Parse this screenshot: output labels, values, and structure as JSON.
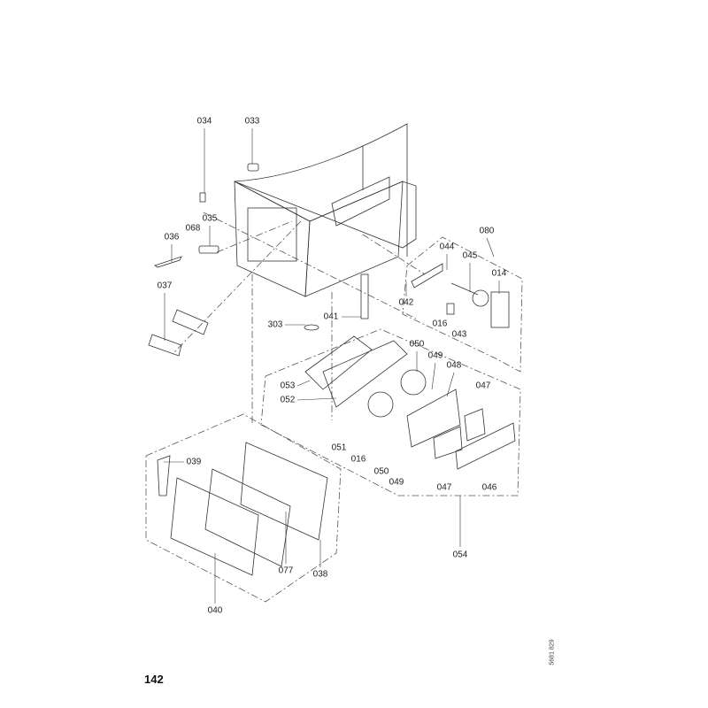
{
  "page_number": "142",
  "drawing_code": "5681 829",
  "part_labels": [
    "034",
    "033",
    "035",
    "068",
    "036",
    "037",
    "303",
    "041",
    "080",
    "044",
    "045",
    "014",
    "042",
    "016",
    "043",
    "050",
    "049",
    "048",
    "047",
    "053",
    "052",
    "051",
    "016",
    "050",
    "049",
    "047",
    "046",
    "054",
    "039",
    "040",
    "077",
    "038"
  ]
}
